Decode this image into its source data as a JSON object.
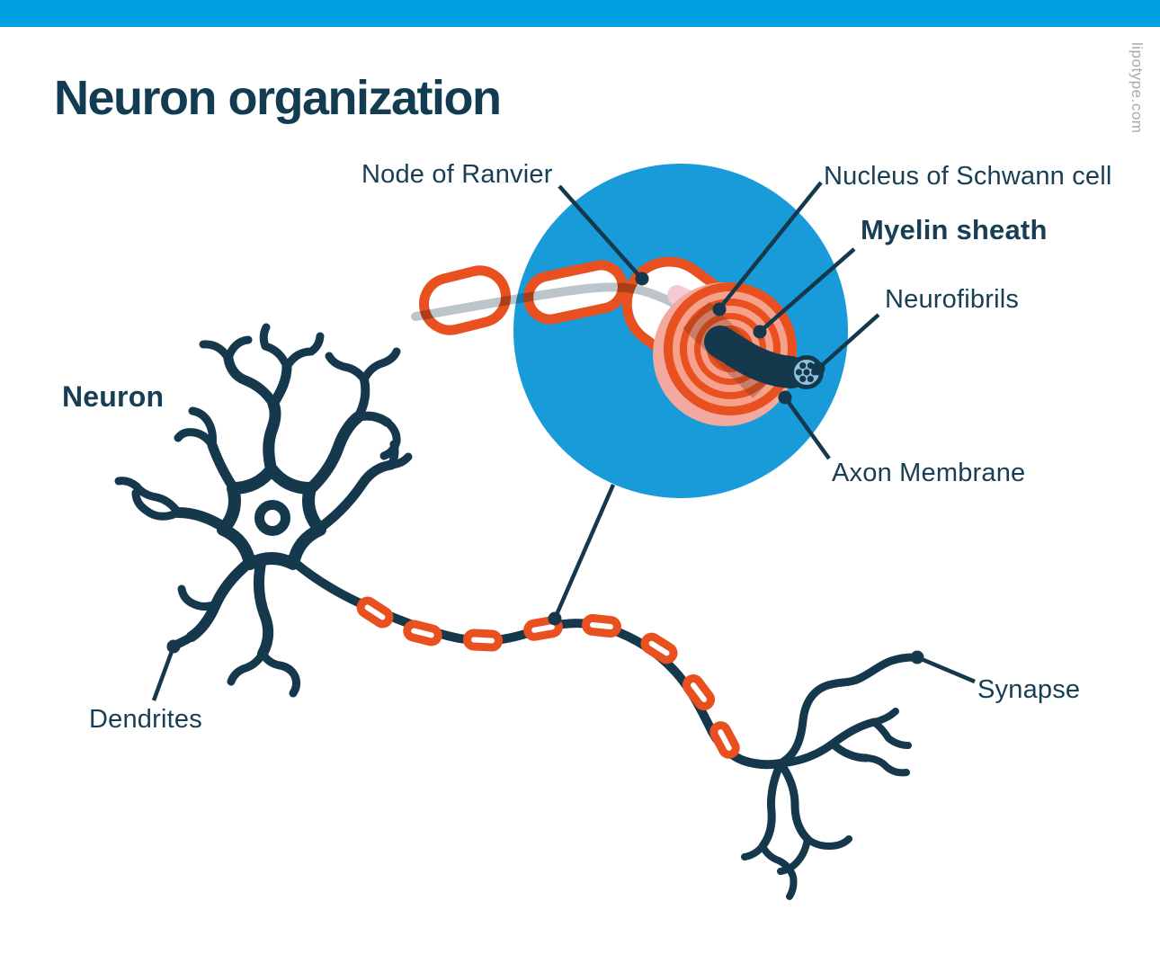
{
  "header": {
    "title": "Neuron organization",
    "watermark": "lipotype.com"
  },
  "diagram": {
    "callouts": {
      "node_of_ranvier": "Node of Ranvier",
      "nucleus_of_schwann_cell": "Nucleus of Schwann cell",
      "myelin_sheath": "Myelin sheath",
      "neurofibrils": "Neurofibrils",
      "axon_membrane": "Axon Membrane",
      "neuron": "Neuron",
      "dendrites": "Dendrites",
      "synapse": "Synapse"
    }
  },
  "colors": {
    "top_bar": "#009FE3",
    "magnifier_circle": "#189BD8",
    "navy": "#15384C",
    "text_navy": "#173E54",
    "myelin_orange": "#E8501F",
    "ring_salmon": "#F5A18C",
    "outer_lip_pink": "#F2A9A0",
    "nucleus_pink": "#F4BFC9",
    "nucleus_crimson": "#C23755",
    "axon_gray": "#BCC5CA",
    "cap_blue": "#8FC3DD",
    "watermark_gray": "#A9A9A9"
  }
}
